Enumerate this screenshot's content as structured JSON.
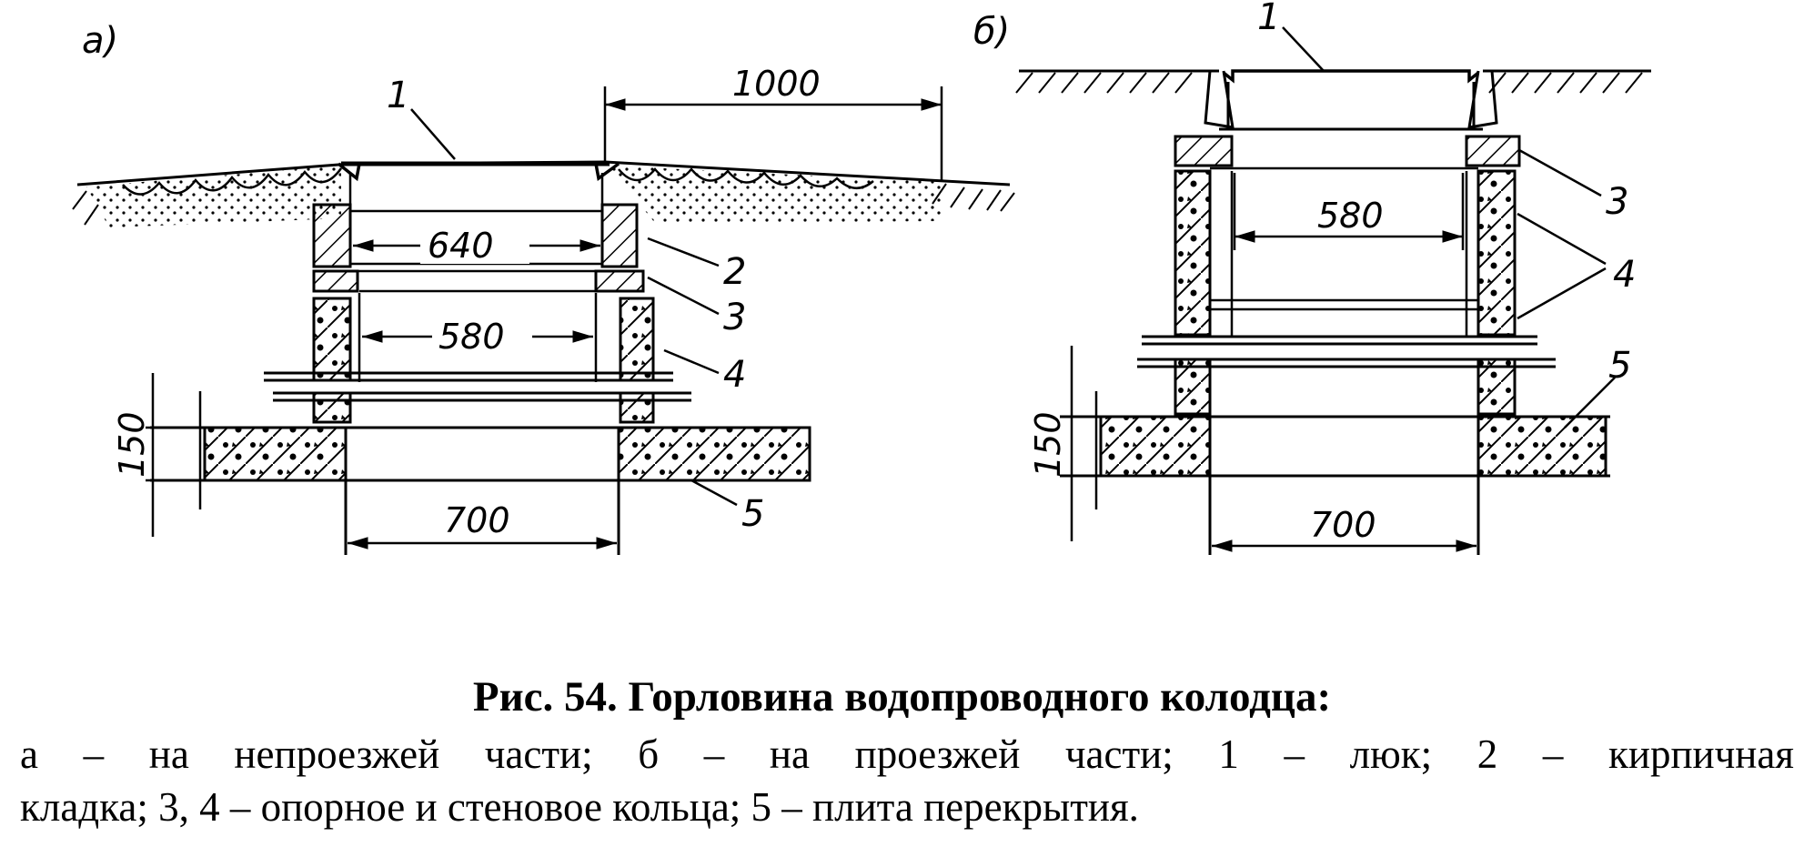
{
  "panels": {
    "a": {
      "label": "а)",
      "callouts": [
        "1",
        "2",
        "3",
        "4",
        "5"
      ],
      "dimensions": {
        "top_span": "1000",
        "inner_upper": "640",
        "inner_lower": "580",
        "slab_thickness": "150",
        "bottom_span": "700"
      }
    },
    "b": {
      "label": "б)",
      "callouts": [
        "1",
        "3",
        "4",
        "5"
      ],
      "dimensions": {
        "inner": "580",
        "slab_thickness": "150",
        "bottom_span": "700"
      }
    }
  },
  "caption": {
    "title": "Рис. 54. Горловина водопроводного колодца:",
    "line1": "а – на непроезжей части; б – на проезжей части; 1 – люк; 2 – кирпичная",
    "line2": "кладка; 3, 4 – опорное и стеновое кольца; 5 – плита перекрытия."
  },
  "colors": {
    "ink": "#000000",
    "paper": "#ffffff"
  }
}
